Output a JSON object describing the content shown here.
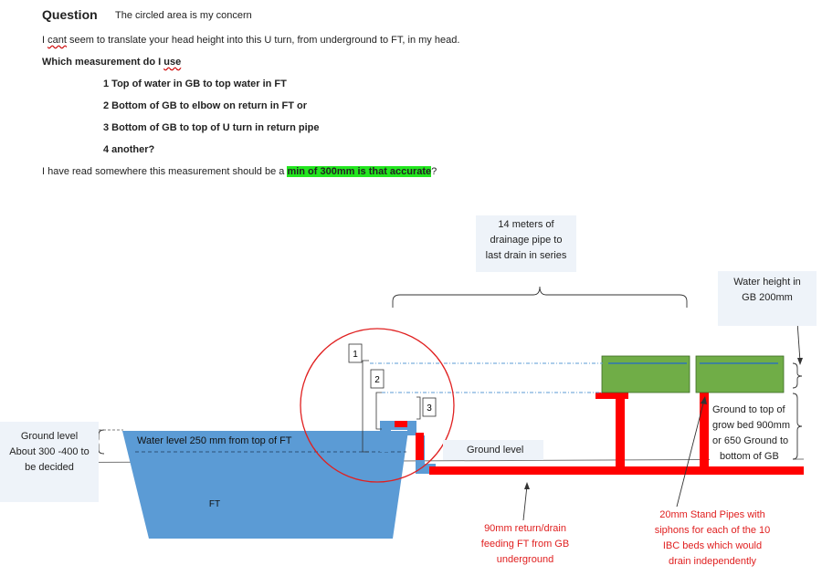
{
  "question": {
    "title": "Question",
    "subtitle": "The circled area is my concern",
    "line1_pre": "I ",
    "line1_wavy": "cant",
    "line1_post": " seem to translate your head height into this U turn, from underground to FT, in my head.",
    "line2_pre": "Which measurement do I ",
    "line2_wavy": "use",
    "options": [
      "1 Top of water in GB to top water in FT",
      "2 Bottom of GB to elbow on return in FT or",
      "3 Bottom of GB to top of U turn in return pipe",
      "4 another?"
    ],
    "read_pre": "I have read somewhere this measurement should be a ",
    "read_highlight": "min of 300mm is that accurate",
    "read_post": "?"
  },
  "diagram": {
    "drain_note": [
      "14 meters of",
      "drainage pipe to",
      "last drain in series"
    ],
    "water_height_note": [
      "Water height in",
      "GB 200mm"
    ],
    "ground_level_note": [
      "Ground level",
      "About 300 -400 to",
      "be decided"
    ],
    "grow_bed_note": [
      "Ground to top of",
      "grow bed 900mm",
      "or 650 Ground to",
      "bottom of GB"
    ],
    "ft_water_level": "Water level 250 mm from top of FT",
    "ft_label": "FT",
    "ground_level_label": "Ground level",
    "return_note": [
      "90mm return/drain",
      "feeding FT from GB",
      "underground"
    ],
    "stand_pipe_note": [
      "20mm Stand Pipes with",
      "siphons for each of the 10",
      "IBC beds which would",
      "drain independently"
    ],
    "markers": [
      "1",
      "2",
      "3"
    ],
    "colors": {
      "water": "#5b9bd5",
      "pipe": "#ff0000",
      "grow_bed": "#70ad47",
      "circle": "#e02020",
      "note_bg": "#eef3f9",
      "highlight": "#22e61e"
    }
  }
}
